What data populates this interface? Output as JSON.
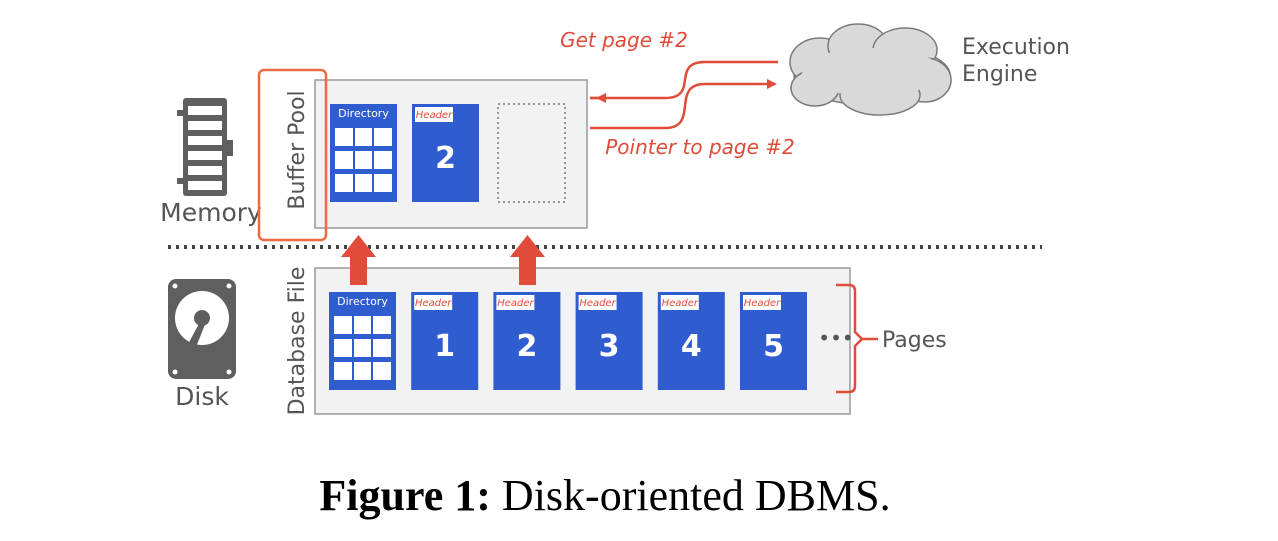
{
  "diagram": {
    "memory_label": "Memory",
    "disk_label": "Disk",
    "buffer_pool_label": "Buffer Pool",
    "database_file_label": "Database File",
    "execution_engine_line1": "Execution",
    "execution_engine_line2": "Engine",
    "request_label": "Get page #2",
    "response_label": "Pointer to page #2",
    "pages_label": "Pages",
    "ellipsis": "•••",
    "directory_label": "Directory",
    "header_label": "Header",
    "buffer_pool_pages": [
      {
        "kind": "directory"
      },
      {
        "kind": "page",
        "number": "2"
      },
      {
        "kind": "empty"
      }
    ],
    "disk_pages": [
      {
        "kind": "directory"
      },
      {
        "kind": "page",
        "number": "1"
      },
      {
        "kind": "page",
        "number": "2"
      },
      {
        "kind": "page",
        "number": "3"
      },
      {
        "kind": "page",
        "number": "4"
      },
      {
        "kind": "page",
        "number": "5"
      }
    ],
    "colors": {
      "page_blue": "#2f5ccf",
      "accent_red": "#e04b3a",
      "label_gray": "#555555",
      "icon_gray": "#5f5f5f",
      "panel_fill": "#f2f2f2"
    }
  },
  "caption": {
    "prefix": "Figure 1:",
    "text": "Disk-oriented DBMS."
  }
}
